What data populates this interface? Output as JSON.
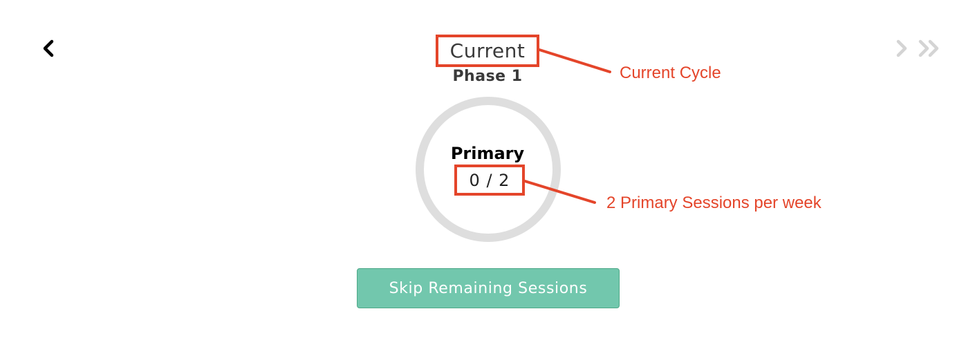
{
  "navigation": {
    "prev_icon": "chevron-left-icon",
    "next_icon": "chevron-right-icon",
    "last_icon": "double-chevron-right-icon",
    "active_color": "#000000",
    "disabled_color": "#d4d4d4"
  },
  "cycle": {
    "title": "Current",
    "phase": "Phase 1"
  },
  "progress": {
    "label": "Primary",
    "count": "0 / 2",
    "completed": 0,
    "total": 2,
    "ring_color": "#dedede"
  },
  "actions": {
    "skip_label": "Skip Remaining Sessions",
    "skip_color": "#72c7ad"
  },
  "annotations": {
    "cycle_note": "Current Cycle",
    "sessions_note": "2 Primary Sessions per week",
    "color": "#e4452a"
  }
}
